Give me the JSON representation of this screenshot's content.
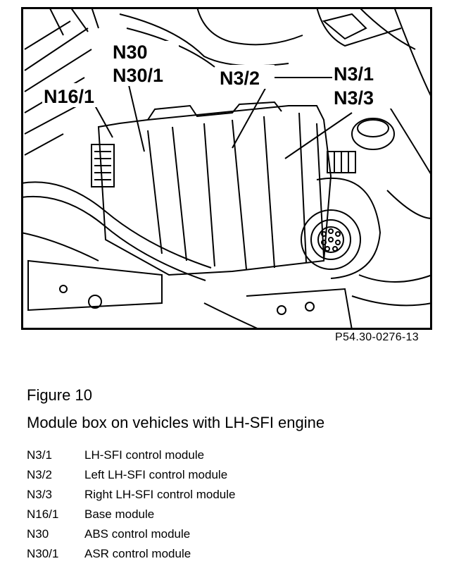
{
  "figure": {
    "callouts": [
      "N30",
      "N30/1",
      "N16/1",
      "N3/2",
      "N3/1",
      "N3/3"
    ],
    "reference": "P54.30-0276-13",
    "number": "Figure 10",
    "caption": "Module box on vehicles with LH-SFI engine"
  },
  "legend": [
    {
      "code": "N3/1",
      "label": "LH-SFI control module"
    },
    {
      "code": "N3/2",
      "label": "Left LH-SFI control module"
    },
    {
      "code": "N3/3",
      "label": "Right LH-SFI control module"
    },
    {
      "code": "N16/1",
      "label": "Base module"
    },
    {
      "code": "N30",
      "label": "ABS control module"
    },
    {
      "code": "N30/1",
      "label": "ASR control module"
    }
  ]
}
